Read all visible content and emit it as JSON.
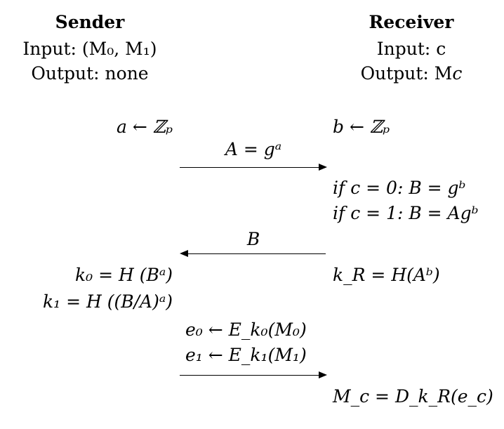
{
  "sender": {
    "title": "Sender",
    "input": "Input: (M₀, M₁)",
    "output": "Output: none"
  },
  "receiver": {
    "title": "Receiver",
    "input": "Input: c",
    "output": "Output: M𝑐"
  },
  "steps": {
    "sender_sample": "a ← ℤₚ",
    "receiver_sample": "b ← ℤₚ",
    "msg_A": "A = gᵃ",
    "receiver_B0": "if c = 0: B = gᵇ",
    "receiver_B1": "if c = 1: B = Agᵇ",
    "msg_B": "B",
    "k0": "k₀ = H (Bᵃ)",
    "k1": "k₁ = H ((B/A)ᵃ)",
    "kR": "k_R = H(Aᵇ)",
    "e0": "e₀ ← E_k₀(M₀)",
    "e1": "e₁ ← E_k₁(M₁)",
    "result": "M_c = D_k_R(e_c)"
  }
}
